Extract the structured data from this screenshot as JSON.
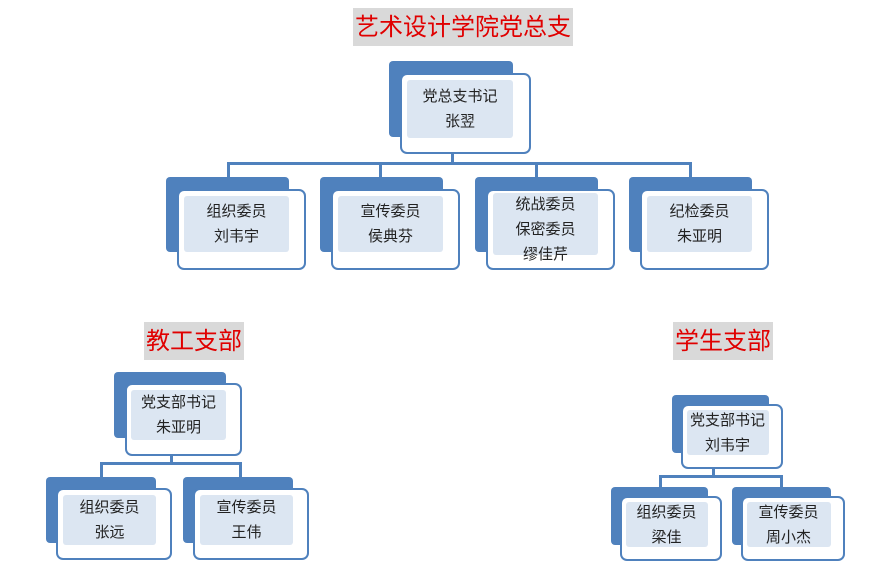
{
  "colors": {
    "title_text": "#e00000",
    "title_bg": "#d9d9d9",
    "box_border": "#4f81bd",
    "box_fill": "#dce6f2"
  },
  "top": {
    "title": "艺术设计学院党总支",
    "head": {
      "lines": [
        "党总支书记",
        "张翌"
      ]
    },
    "members": [
      {
        "lines": [
          "组织委员",
          "刘韦宇"
        ]
      },
      {
        "lines": [
          "宣传委员",
          "侯典芬"
        ]
      },
      {
        "lines": [
          "统战委员",
          "保密委员",
          "缪佳芹"
        ]
      },
      {
        "lines": [
          "纪检委员",
          "朱亚明"
        ]
      }
    ]
  },
  "teacher": {
    "title": "教工支部",
    "head": {
      "lines": [
        "党支部书记",
        "朱亚明"
      ]
    },
    "members": [
      {
        "lines": [
          "组织委员",
          "张远"
        ]
      },
      {
        "lines": [
          "宣传委员",
          "王伟"
        ]
      }
    ]
  },
  "student": {
    "title": "学生支部",
    "head": {
      "lines": [
        "党支部书记",
        "刘韦宇"
      ]
    },
    "members": [
      {
        "lines": [
          "组织委员",
          "梁佳"
        ]
      },
      {
        "lines": [
          "宣传委员",
          "周小杰"
        ]
      }
    ]
  }
}
